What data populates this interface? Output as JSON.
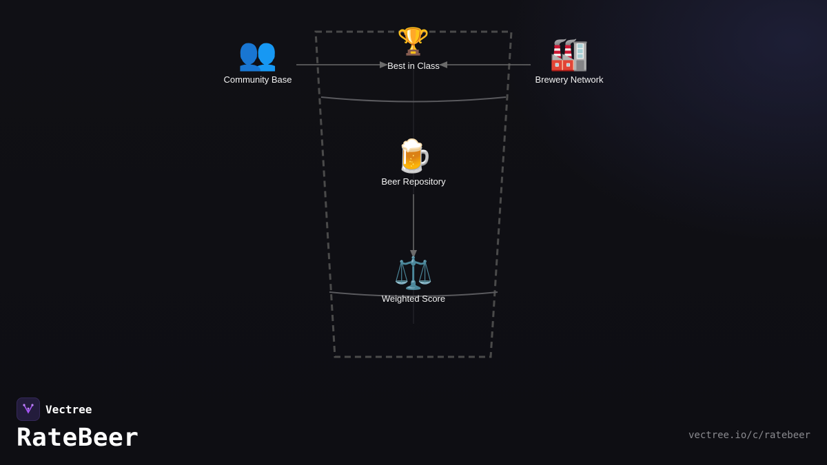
{
  "diagram": {
    "nodes": {
      "community": {
        "label": "Community Base",
        "icon": "👥",
        "icon_name": "people-icon"
      },
      "best": {
        "label": "Best in Class",
        "icon": "🏆",
        "icon_name": "trophy-icon"
      },
      "brewery": {
        "label": "Brewery Network",
        "icon": "🏭",
        "icon_name": "factory-icon"
      },
      "beer": {
        "label": "Beer Repository",
        "icon": "🍺",
        "icon_name": "beer-mug-icon"
      },
      "score": {
        "label": "Weighted Score",
        "icon": "⚖️",
        "icon_name": "balance-scale-icon"
      }
    },
    "edges": [
      {
        "from": "Community Base",
        "to": "Best in Class"
      },
      {
        "from": "Brewery Network",
        "to": "Best in Class"
      },
      {
        "from": "Beer Repository",
        "to": "Weighted Score"
      }
    ]
  },
  "brand": {
    "name": "Vectree",
    "title": "RateBeer",
    "url": "vectree.io/c/ratebeer"
  },
  "colors": {
    "background": "#0e0e12",
    "line": "#6b6b6b",
    "outline": "#4a4a4a",
    "logo_accent": "#a855f7"
  }
}
